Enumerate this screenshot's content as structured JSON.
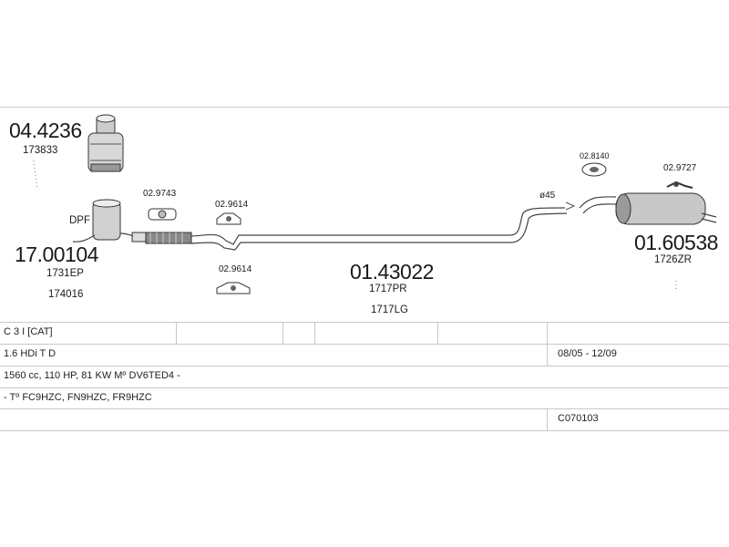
{
  "parts": {
    "dpf_top": {
      "code": "04.4236",
      "ref": "173833"
    },
    "dpf_label": "DPF",
    "dpf_main": {
      "code": "17.00104",
      "ref1": "1731EP",
      "ref2": "174016"
    },
    "clamp1": "02.9743",
    "hanger1": "02.9614",
    "hanger2": "02.9614",
    "mid_pipe": {
      "code": "01.43022",
      "ref1": "1717PR",
      "ref2": "1717LG"
    },
    "diameter": "ø45",
    "gasket": "02.8140",
    "hanger3": "02.9727",
    "rear_silencer": {
      "code": "01.60538",
      "ref": "1726ZR"
    }
  },
  "table": {
    "rows": [
      {
        "left": "C 3 I [CAT]",
        "right": ""
      },
      {
        "left": "1.6 HDi T D",
        "right": "08/05 - 12/09"
      },
      {
        "left": "1560 cc, 110 HP, 81 KW Mº DV6TED4 -",
        "right": ""
      },
      {
        "left": "- Tº FC9HZC, FN9HZC, FR9HZC",
        "right": ""
      },
      {
        "left": "",
        "right": "C070103"
      }
    ]
  }
}
